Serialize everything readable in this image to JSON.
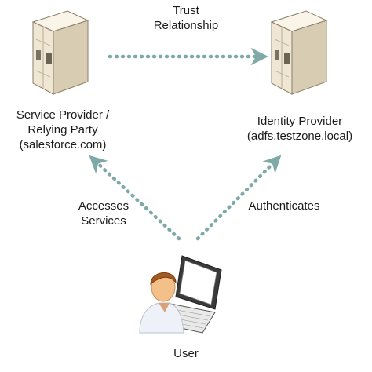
{
  "nodes": {
    "service_provider": {
      "label": "Service Provider /\nRelying Party\n(salesforce.com)",
      "icon": "server-icon"
    },
    "identity_provider": {
      "label": "Identity Provider\n(adfs.testzone.local)",
      "icon": "server-icon"
    },
    "user": {
      "label": "User",
      "icon": "user-with-laptop-icon"
    }
  },
  "edges": {
    "trust": {
      "label": "Trust\nRelationship"
    },
    "accesses": {
      "label": "Accesses\nServices"
    },
    "authenticates": {
      "label": "Authenticates"
    }
  },
  "colors": {
    "arrow": "#7fa9a6",
    "server_light": "#f1ead9",
    "server_shadow": "#cfc4aa",
    "server_dark": "#8a7f68",
    "skin": "#f3c08a",
    "hair": "#a35a1e",
    "shirt": "#eef2f8",
    "laptop": "#3a3a3a"
  }
}
